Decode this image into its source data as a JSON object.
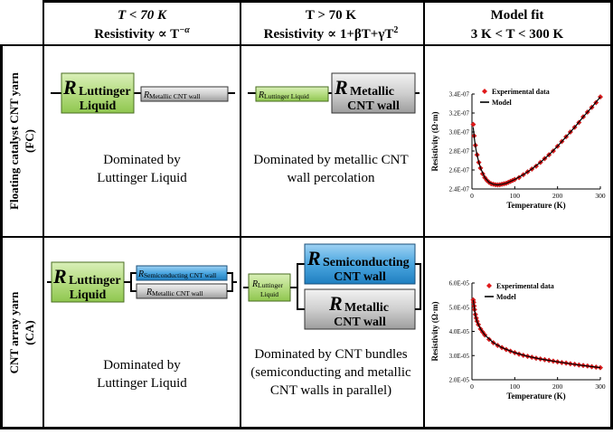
{
  "headers": {
    "col1": {
      "line1": "T < 70 K",
      "line2": "Resistivity ∝ T",
      "line2_sup": "−α"
    },
    "col2": {
      "line1": "T > 70 K",
      "line2": "Resistivity ∝ 1+βT+γT",
      "line2_sup": "2"
    },
    "col3": {
      "line1": "Model fit",
      "line2": "3 K < T < 300 K"
    }
  },
  "rows": {
    "fc": {
      "label_line1": "Floating catalyst CNT yarn",
      "label_line2": "(FC)"
    },
    "ca": {
      "label_line1": "CNT array yarn",
      "label_line2": "(CA)"
    }
  },
  "boxes": {
    "r": "R",
    "luttinger": "Luttinger",
    "liquid": "Liquid",
    "luttinger_liquid": "Luttinger Liquid",
    "metallic_cnt_wall": "Metallic CNT wall",
    "semiconducting_cnt_wall": "Semiconducting CNT wall",
    "metallic": "Metallic",
    "semiconducting": "Semiconducting",
    "cnt_wall": "CNT wall"
  },
  "captions": {
    "fc_col1": [
      "Dominated by",
      "Luttinger Liquid"
    ],
    "fc_col2": [
      "Dominated by metallic CNT",
      "wall percolation"
    ],
    "ca_col1": [
      "Dominated by",
      "Luttinger Liquid"
    ],
    "ca_col2": [
      "Dominated by CNT bundles",
      "(semiconducting and metallic",
      "CNT walls in parallel)"
    ]
  },
  "colors": {
    "luttinger_green": "#b6dd82",
    "metallic_gray": "#c8c8c8",
    "semiconducting_blue": "#4aa6e0",
    "data_red": "#e0191b",
    "model_black": "#000000"
  },
  "chart_data": [
    {
      "type": "scatter",
      "title": "",
      "xlabel": "Temperature  (K)",
      "ylabel": "Resistivity (Ω·m)",
      "xlim": [
        0,
        300
      ],
      "ylim": [
        2.4e-07,
        3.4e-07
      ],
      "xticks": [
        0,
        100,
        200,
        300
      ],
      "yticks": [
        2.4e-07,
        2.6e-07,
        2.8e-07,
        3e-07,
        3.2e-07,
        3.4e-07
      ],
      "ytick_labels": [
        "2.4E-07",
        "2.6E-07",
        "2.8E-07",
        "3.0E-07",
        "3.2E-07",
        "3.4E-07"
      ],
      "legend": {
        "placement": "top-left",
        "entries": [
          "Experimental data",
          "Model"
        ]
      },
      "series": [
        {
          "name": "Experimental data",
          "marker": "diamond",
          "x": [
            3,
            5,
            8,
            12,
            16,
            20,
            25,
            30,
            35,
            40,
            45,
            50,
            55,
            60,
            65,
            70,
            75,
            80,
            85,
            90,
            95,
            100,
            110,
            120,
            130,
            140,
            150,
            160,
            170,
            180,
            190,
            200,
            210,
            220,
            230,
            240,
            250,
            260,
            270,
            280,
            290,
            300
          ],
          "y": [
            3.08e-07,
            2.96e-07,
            2.86e-07,
            2.76e-07,
            2.68e-07,
            2.62e-07,
            2.56e-07,
            2.52e-07,
            2.49e-07,
            2.47e-07,
            2.455e-07,
            2.45e-07,
            2.445e-07,
            2.443e-07,
            2.445e-07,
            2.45e-07,
            2.455e-07,
            2.46e-07,
            2.47e-07,
            2.48e-07,
            2.49e-07,
            2.5e-07,
            2.52e-07,
            2.55e-07,
            2.58e-07,
            2.61e-07,
            2.64e-07,
            2.68e-07,
            2.72e-07,
            2.76e-07,
            2.8e-07,
            2.85e-07,
            2.9e-07,
            2.95e-07,
            3e-07,
            3.05e-07,
            3.1e-07,
            3.16e-07,
            3.21e-07,
            3.26e-07,
            3.31e-07,
            3.37e-07
          ]
        },
        {
          "name": "Model",
          "line": true,
          "x": [
            3,
            6,
            10,
            15,
            20,
            30,
            40,
            50,
            60,
            70,
            80,
            100,
            120,
            140,
            160,
            180,
            200,
            220,
            240,
            260,
            280,
            300
          ],
          "y": [
            3.05e-07,
            2.92e-07,
            2.8e-07,
            2.7e-07,
            2.62e-07,
            2.52e-07,
            2.47e-07,
            2.45e-07,
            2.443e-07,
            2.45e-07,
            2.46e-07,
            2.5e-07,
            2.55e-07,
            2.61e-07,
            2.68e-07,
            2.76e-07,
            2.85e-07,
            2.95e-07,
            3.05e-07,
            3.16e-07,
            3.26e-07,
            3.37e-07
          ]
        }
      ]
    },
    {
      "type": "scatter",
      "title": "",
      "xlabel": "Temperature  (K)",
      "ylabel": "Resistivity (Ω·m)",
      "xlim": [
        0,
        300
      ],
      "ylim": [
        2e-05,
        6e-05
      ],
      "xticks": [
        0,
        100,
        200,
        300
      ],
      "yticks": [
        2e-05,
        3e-05,
        4e-05,
        5e-05,
        6e-05
      ],
      "ytick_labels": [
        "2.0E-05",
        "3.0E-05",
        "4.0E-05",
        "5.0E-05",
        "6.0E-05"
      ],
      "legend": {
        "placement": "top-right",
        "entries": [
          "Experimental data",
          "Model"
        ]
      },
      "series": [
        {
          "name": "Experimental data",
          "marker": "diamond",
          "x": [
            3,
            4,
            5,
            6,
            8,
            10,
            12,
            15,
            20,
            25,
            30,
            40,
            50,
            60,
            70,
            80,
            90,
            100,
            110,
            120,
            130,
            140,
            150,
            160,
            170,
            180,
            190,
            200,
            210,
            220,
            230,
            240,
            250,
            260,
            270,
            280,
            290,
            300
          ],
          "y": [
            5.3e-05,
            5.2e-05,
            5.05e-05,
            4.9e-05,
            4.7e-05,
            4.55e-05,
            4.42e-05,
            4.28e-05,
            4.1e-05,
            3.97e-05,
            3.85e-05,
            3.67e-05,
            3.53e-05,
            3.42e-05,
            3.33e-05,
            3.25e-05,
            3.18e-05,
            3.12e-05,
            3.06e-05,
            3.01e-05,
            2.97e-05,
            2.93e-05,
            2.89e-05,
            2.86e-05,
            2.83e-05,
            2.8e-05,
            2.77e-05,
            2.74e-05,
            2.71e-05,
            2.69e-05,
            2.66e-05,
            2.64e-05,
            2.61e-05,
            2.59e-05,
            2.57e-05,
            2.54e-05,
            2.52e-05,
            2.5e-05
          ]
        },
        {
          "name": "Model",
          "line": true,
          "x": [
            3,
            5,
            8,
            12,
            20,
            30,
            50,
            70,
            100,
            130,
            160,
            200,
            250,
            300
          ],
          "y": [
            5.3e-05,
            5.05e-05,
            4.65e-05,
            4.4e-05,
            4.1e-05,
            3.85e-05,
            3.53e-05,
            3.33e-05,
            3.12e-05,
            2.97e-05,
            2.86e-05,
            2.74e-05,
            2.61e-05,
            2.5e-05
          ]
        }
      ]
    }
  ]
}
